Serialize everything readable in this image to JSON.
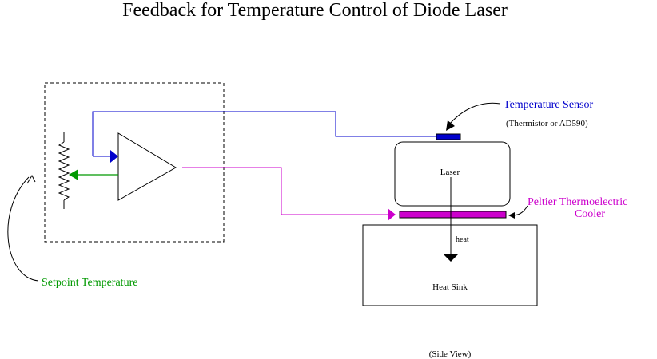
{
  "title": "Feedback for Temperature Control of Diode Laser",
  "labels": {
    "temperature_sensor": "Temperature Sensor",
    "sensor_note": "(Thermistor or AD590)",
    "laser": "Laser",
    "peltier_line1": "Peltier Thermoelectric",
    "peltier_line2": "Cooler",
    "heat": "heat",
    "heat_sink": "Heat Sink",
    "setpoint": "Setpoint Temperature",
    "side_view": "(Side View)"
  },
  "colors": {
    "sensor": "#0000cc",
    "peltier": "#cc00cc",
    "setpoint": "#009900",
    "outline": "#000000"
  },
  "icons": [
    "potentiometer-icon",
    "op-amp-icon",
    "arrowhead-icon"
  ]
}
